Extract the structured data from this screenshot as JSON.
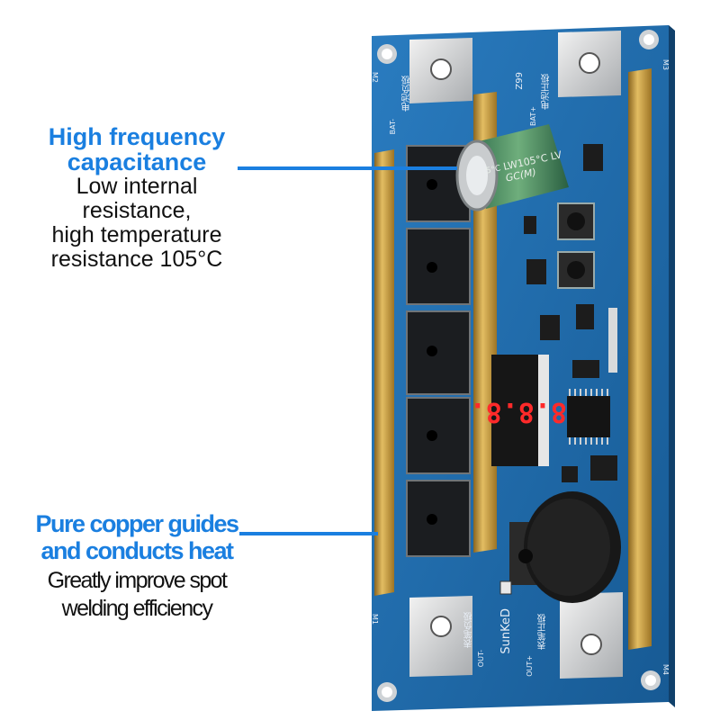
{
  "callouts": {
    "capacitor": {
      "title_line1": "High frequency",
      "title_line2": "capacitance",
      "desc_line1": "Low internal",
      "desc_line2": "resistance,",
      "desc_line3": "high temperature",
      "desc_line4": "resistance 105°C"
    },
    "copper": {
      "title_line1": "Pure copper guides",
      "title_line2": "and conducts heat",
      "desc_line1": "Greatly improve spot",
      "desc_line2": "welding efficiency"
    }
  },
  "board": {
    "model": "Z99",
    "brand": "SunKeD",
    "bat_neg_cn": "电池负极",
    "bat_neg_en": "BAT-",
    "bat_pos_cn": "电池正极",
    "bat_pos_en": "BAT+",
    "out_neg_cn": "表笔负极",
    "out_neg_en": "OUT-",
    "out_pos_cn": "表笔正极",
    "out_pos_en": "OUT+",
    "cap_text1": "LW105°C LV",
    "cap_text2": "GC(M)",
    "cap_text3": "5°C",
    "display_digits": "8.8.8.",
    "m1": "M1",
    "m2": "M2",
    "m3": "M3",
    "m4": "M4"
  },
  "colors": {
    "accent_blue": "#1a7fe0",
    "pcb": "#1f6aa8",
    "copper": "#c89a3a",
    "display_red": "#ff2a2a"
  }
}
